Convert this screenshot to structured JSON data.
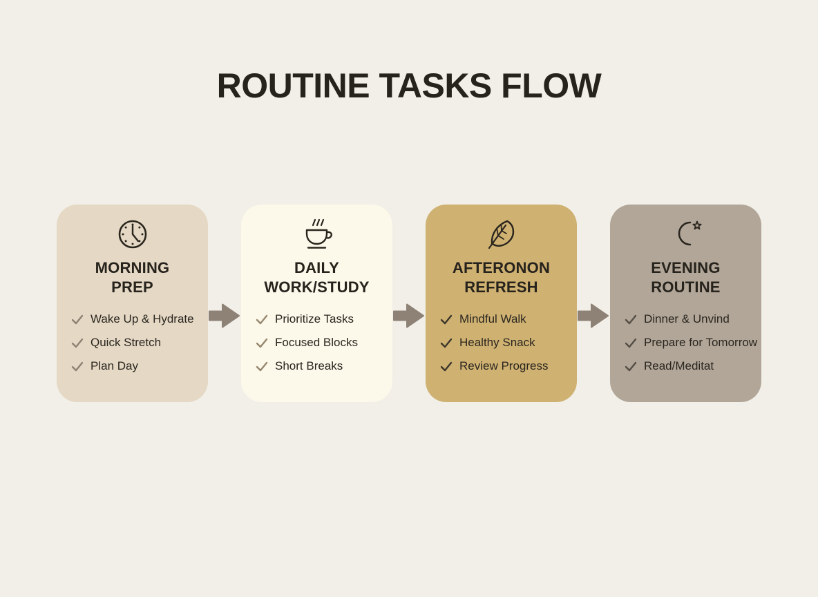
{
  "title": "ROUTINE TASKS FLOW",
  "colors": {
    "background": "#f1efe7",
    "title_text": "#26221c",
    "item_text": "#2a261f"
  },
  "arrow": {
    "icon": "arrow-right-icon",
    "color": "#8e8276"
  },
  "cards": [
    {
      "icon": "clock-icon",
      "title_line1": "MORNING",
      "title_line2": "PREP",
      "background": "#e5d8c5",
      "check_color": "#8d8172",
      "items": [
        "Wake Up & Hydrate",
        "Quick Stretch",
        "Plan Day"
      ]
    },
    {
      "icon": "coffee-cup-icon",
      "title_line1": "DAILY",
      "title_line2": "WORK/STUDY",
      "background": "#fcf8ea",
      "check_color": "#95876f",
      "items": [
        "Prioritize Tasks",
        "Focused Blocks",
        "Short Breaks"
      ]
    },
    {
      "icon": "leaf-icon",
      "title_line1": "AFTERONON",
      "title_line2": "REFRESH",
      "background": "#cfb172",
      "check_color": "#3c362b",
      "items": [
        "Mindful Walk",
        "Healthy Snack",
        "Review Progress"
      ]
    },
    {
      "icon": "moon-star-icon",
      "title_line1": "EVENING",
      "title_line2": "ROUTINE",
      "background": "#b1a698",
      "check_color": "#544e45",
      "items": [
        "Dinner & Unvind",
        "Prepare for Tomorrow",
        "Read/Meditat"
      ]
    }
  ]
}
